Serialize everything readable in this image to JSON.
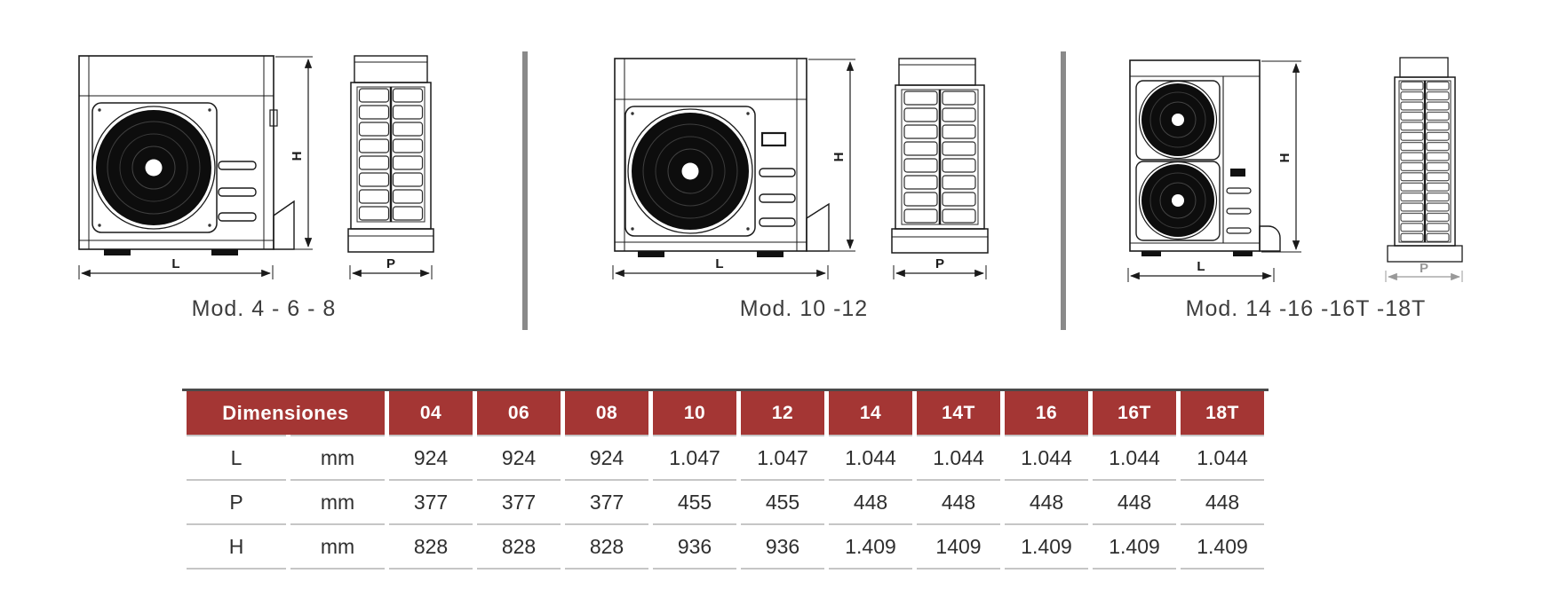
{
  "theme": {
    "accent_red": "#a43634",
    "line_color": "#1a1a1a",
    "divider_gray": "#8a8a8a",
    "dim_gray": "#999999"
  },
  "diagram": {
    "groups": [
      {
        "caption": "Mod. 4 - 6 - 8",
        "labels": {
          "l": "L",
          "p": "P",
          "h": "H"
        }
      },
      {
        "caption": "Mod. 10 -12",
        "labels": {
          "l": "L",
          "p": "P",
          "h": "H"
        }
      },
      {
        "caption": "Mod. 14 -16 -16T -18T",
        "labels": {
          "l": "L",
          "p": "P",
          "h": "H"
        }
      }
    ]
  },
  "table": {
    "header": {
      "label": "Dimensiones",
      "models": [
        "04",
        "06",
        "08",
        "10",
        "12",
        "14",
        "14T",
        "16",
        "16T",
        "18T"
      ]
    },
    "rows": [
      {
        "dimension": "L",
        "unit": "mm",
        "values": [
          "924",
          "924",
          "924",
          "1.047",
          "1.047",
          "1.044",
          "1.044",
          "1.044",
          "1.044",
          "1.044"
        ]
      },
      {
        "dimension": "P",
        "unit": "mm",
        "values": [
          "377",
          "377",
          "377",
          "455",
          "455",
          "448",
          "448",
          "448",
          "448",
          "448"
        ]
      },
      {
        "dimension": "H",
        "unit": "mm",
        "values": [
          "828",
          "828",
          "828",
          "936",
          "936",
          "1.409",
          "1409",
          "1.409",
          "1.409",
          "1.409"
        ]
      }
    ]
  }
}
